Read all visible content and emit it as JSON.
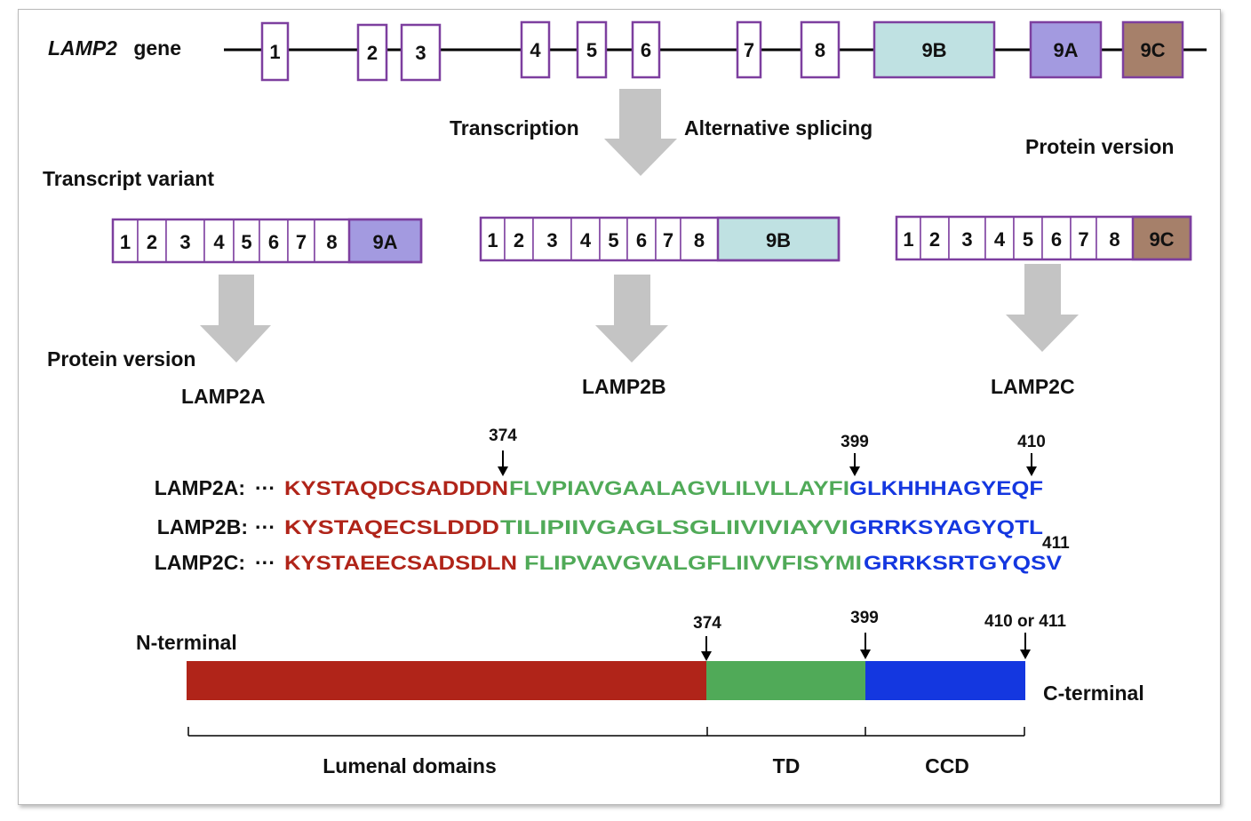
{
  "gene": {
    "name": "LAMP2",
    "suffix": "gene",
    "exons": [
      "1",
      "2",
      "3",
      "4",
      "5",
      "6",
      "7",
      "8",
      "9B",
      "9A",
      "9C"
    ]
  },
  "steps": {
    "transcription": "Transcription",
    "splicing": "Alternative splicing",
    "transcript_variant": "Transcript variant",
    "protein_version_top": "Protein version",
    "protein_version_left": "Protein version"
  },
  "transcripts": [
    {
      "exons": [
        "1",
        "2",
        "3",
        "4",
        "5",
        "6",
        "7",
        "8"
      ],
      "last": "9A",
      "color": "#a39ae0",
      "protein": "LAMP2A",
      "protein_color": "#8a80d4"
    },
    {
      "exons": [
        "1",
        "2",
        "3",
        "4",
        "5",
        "6",
        "7",
        "8"
      ],
      "last": "9B",
      "color": "#bfe1e2",
      "protein": "LAMP2B",
      "protein_color": "#5f9fa3"
    },
    {
      "exons": [
        "1",
        "2",
        "3",
        "4",
        "5",
        "6",
        "7",
        "8"
      ],
      "last": "9C",
      "color": "#a6806a",
      "protein": "LAMP2C",
      "protein_color": "#a8826e"
    }
  ],
  "colors": {
    "exon_border": "#7d3f9f",
    "lumenal": "#b02419",
    "td": "#50aa58",
    "ccd": "#1437e0",
    "arrow": "#c4c4c4"
  },
  "sequences": [
    {
      "label": "LAMP2A:",
      "dots": "···",
      "red": "KYSTAQDCSADDDN",
      "green": "FLVPIAVGAALAGVLILVLLAYFI",
      "blue": "GLKHHHAGYEQF",
      "end": ""
    },
    {
      "label": "LAMP2B:",
      "dots": "···",
      "red": "KYSTAQECSLDDD",
      "green": "TILIPIIVGAGLSGLIIVIVIAYVI",
      "blue": "GRRKSYAGYQTL",
      "end": "411"
    },
    {
      "label": "LAMP2C:",
      "dots": "···",
      "red": "KYSTAEECSADSDLN",
      "green": "FLIPVAVGVALGFLIIVVFISYMI",
      "blue": "GRRKSRTGYQSV",
      "end": ""
    }
  ],
  "seq_positions": {
    "p374": "374",
    "p399": "399",
    "p410": "410"
  },
  "domain_bar": {
    "n_terminal": "N-terminal",
    "c_terminal": "C-terminal",
    "p374": "374",
    "p399": "399",
    "p_end": "410 or 411",
    "lumenal": "Lumenal domains",
    "td": "TD",
    "ccd": "CCD"
  }
}
